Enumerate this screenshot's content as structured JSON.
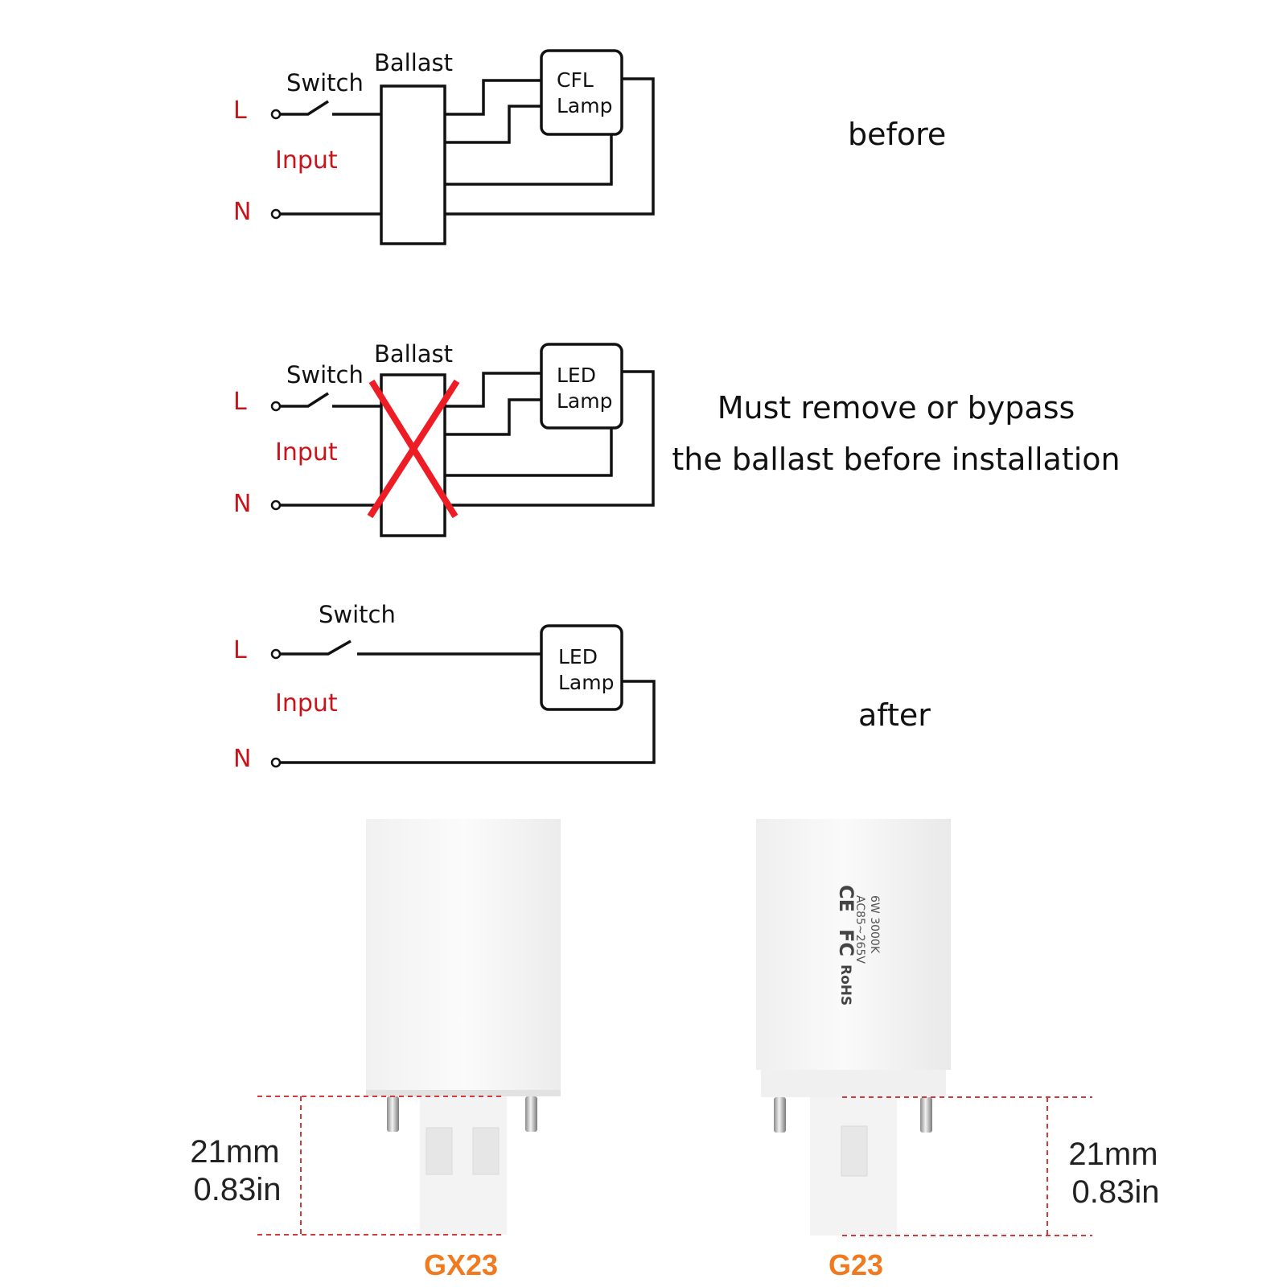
{
  "colors": {
    "wire": "#111111",
    "label_red": "#c8141b",
    "cross_red": "#ee1c25",
    "dim_line": "#d43a3a",
    "socket_label": "#f07a20",
    "bulb_white": "#f6f6f6"
  },
  "diagram_before": {
    "switch_label": "Switch",
    "ballast_label": "Ballast",
    "lamp_line1": "CFL",
    "lamp_line2": "Lamp",
    "l_label": "L",
    "n_label": "N",
    "input_label": "Input",
    "caption": "before"
  },
  "diagram_bypass": {
    "switch_label": "Switch",
    "ballast_label": "Ballast",
    "lamp_line1": "LED",
    "lamp_line2": "Lamp",
    "l_label": "L",
    "n_label": "N",
    "input_label": "Input",
    "caption_line1": "Must remove or bypass",
    "caption_line2": "the ballast before installation"
  },
  "diagram_after": {
    "switch_label": "Switch",
    "lamp_line1": "LED",
    "lamp_line2": "Lamp",
    "l_label": "L",
    "n_label": "N",
    "input_label": "Input",
    "caption": "after"
  },
  "bulb_left": {
    "dim_mm": "21mm",
    "dim_in": "0.83in",
    "socket": "GX23"
  },
  "bulb_right": {
    "marking_ce": "CE",
    "marking_fc": "FC",
    "marking_rohs": "RoHS",
    "spec_line1": "6W 3000K",
    "spec_line2": "AC85~265V",
    "dim_mm": "21mm",
    "dim_in": "0.83in",
    "socket": "G23"
  }
}
